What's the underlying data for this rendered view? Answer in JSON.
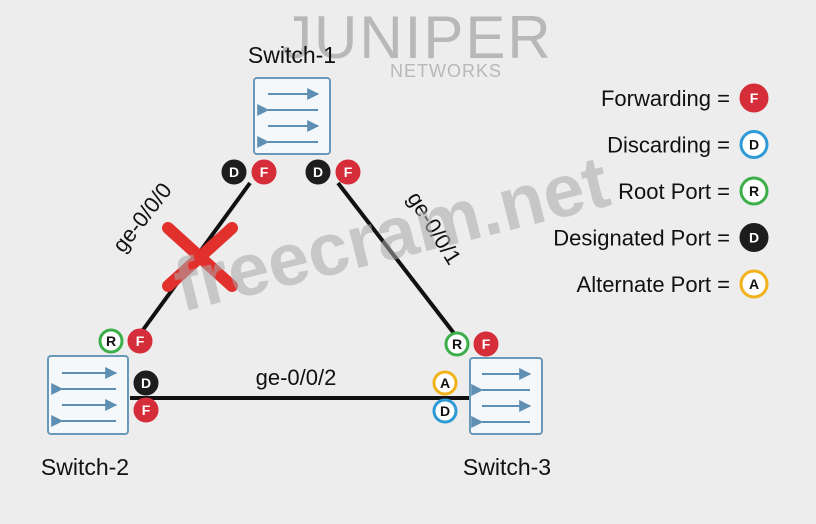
{
  "logo": {
    "brand": "JUNIPER",
    "sub": "NETWORKS"
  },
  "watermark": "freecram.net",
  "switches": {
    "s1": {
      "label": "Switch-1"
    },
    "s2": {
      "label": "Switch-2"
    },
    "s3": {
      "label": "Switch-3"
    }
  },
  "links": {
    "l1": {
      "label": "ge-0/0/0",
      "blocked": true
    },
    "l2": {
      "label": "ge-0/0/1"
    },
    "l3": {
      "label": "ge-0/0/2"
    }
  },
  "badges": {
    "s1_left_role": "D",
    "s1_left_state": "F",
    "s1_right_role": "D",
    "s1_right_state": "F",
    "s2_top_role": "R",
    "s2_top_state": "F",
    "s2_right_role": "D",
    "s2_right_state": "F",
    "s3_top_role": "R",
    "s3_top_state": "F",
    "s3_left_role": "A",
    "s3_left_state": "D"
  },
  "legend": [
    {
      "label": "Forwarding =",
      "letter": "F"
    },
    {
      "label": "Discarding =",
      "letter": "D"
    },
    {
      "label": "Root Port =",
      "letter": "R"
    },
    {
      "label": "Designated Port =",
      "letter": "D"
    },
    {
      "label": "Alternate Port =",
      "letter": "A"
    }
  ],
  "colors": {
    "forwarding": "#d62d3b",
    "discarding": "#2f9ad6",
    "root": "#3cae4a",
    "designated": "#1d1d1d",
    "alternate": "#f2b21b",
    "blocked_x": "#e2302d",
    "switch_border": "#6a98b8",
    "switch_fill": "#f4f8fb",
    "link": "#111111"
  }
}
